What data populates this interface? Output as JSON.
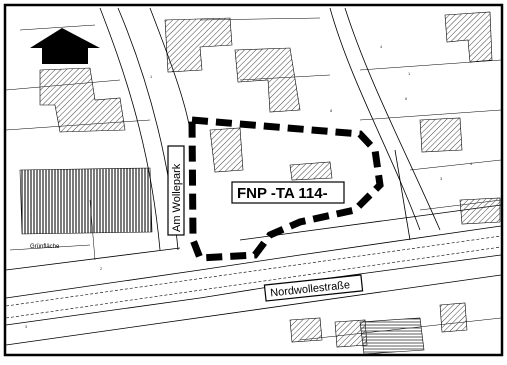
{
  "map": {
    "plan_label": "FNP -TA 114-",
    "street_main": "Nordwollestraße",
    "street_side": "Am Wollepark",
    "street_small": "Grünfläche",
    "north_arrow_icon": "north-arrow-icon",
    "colors": {
      "line": "#000000",
      "hatch": "#444444",
      "boundary": "#000000",
      "background": "#ffffff"
    }
  }
}
